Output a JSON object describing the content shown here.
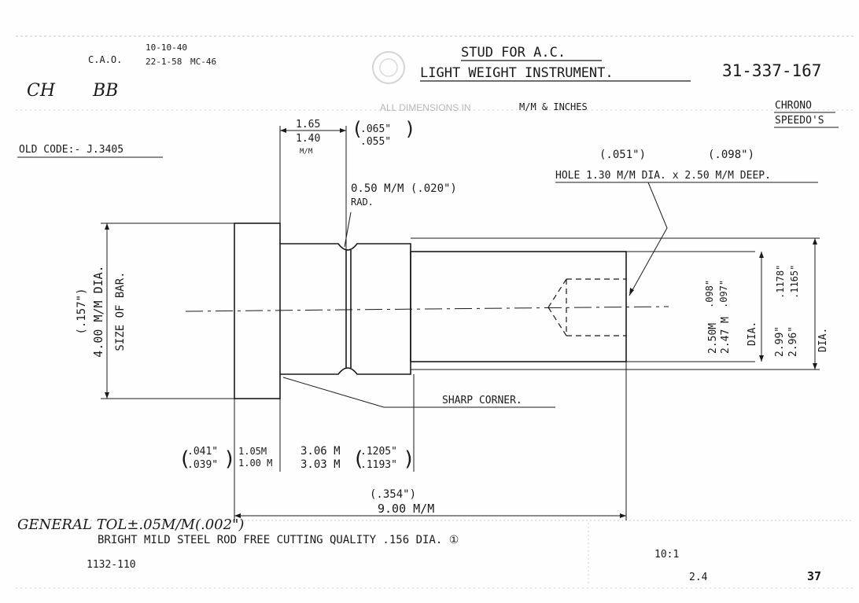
{
  "title_block": {
    "title_line1": "STUD FOR A.C.",
    "title_line2": "LIGHT WEIGHT INSTRUMENT.",
    "drawing_number": "31-337-167",
    "dimension_note": "M/M & INCHES",
    "dimension_note_faint": "ALL DIMENSIONS IN",
    "category_line1": "CHRONO",
    "category_line2": "SPEEDO'S",
    "cao_label": "C.A.O.",
    "date_1": "10-10-40",
    "date_2": "22-1-58",
    "revision": "MC-46",
    "signature_1": "CH",
    "signature_2": "BB",
    "old_code": "OLD CODE:- J.3405"
  },
  "dimensions": {
    "groove_width_mm_upper": "1.65",
    "groove_width_mm_lower": "1.40",
    "groove_width_unit": "M/M",
    "groove_width_in_upper": ".065\"",
    "groove_width_in_lower": ".055\"",
    "radius": "0.50 M/M (.020\")",
    "radius_label": "RAD.",
    "hole_in_dia": "(.051\")",
    "hole_in_depth": "(.098\")",
    "hole_note": "HOLE 1.30 M/M DIA. x 2.50 M/M DEEP.",
    "bar_dia_in": "(.157\")",
    "bar_dia_mm": "4.00 M/M DIA.",
    "bar_label": "SIZE OF BAR.",
    "shank_dia_mm_upper": "2.50M",
    "shank_dia_mm_lower": "2.47 M",
    "shank_dia_in_upper": ".098\"",
    "shank_dia_in_lower": ".097\"",
    "shank_dia_label": "DIA.",
    "outer_dia_in_upper": "2.99\"",
    "outer_dia_in_lower": "2.96\"",
    "outer_dia_in2_upper": ".1178\"",
    "outer_dia_in2_lower": ".1165\"",
    "outer_dia_label": "DIA.",
    "sharp_corner": "SHARP CORNER.",
    "head_len_in_upper": ".041\"",
    "head_len_in_lower": ".039\"",
    "head_len_mm_upper": "1.05M",
    "head_len_mm_lower": "1.00 M",
    "collar_len_mm_upper": "3.06 M",
    "collar_len_mm_lower": "3.03 M",
    "collar_len_in_upper": ".1205\"",
    "collar_len_in_lower": ".1193\"",
    "overall_len_in": "(.354\")",
    "overall_len_mm": "9.00 M/M"
  },
  "footer": {
    "general_tol": "GENERAL TOL±.05M/M(.002\")",
    "material": "BRIGHT MILD STEEL ROD FREE CUTTING QUALITY .156 DIA. ①",
    "ref_number": "1132-110",
    "scale": "10:1",
    "sheet_ref": "2.4",
    "sheet_number": "37"
  }
}
